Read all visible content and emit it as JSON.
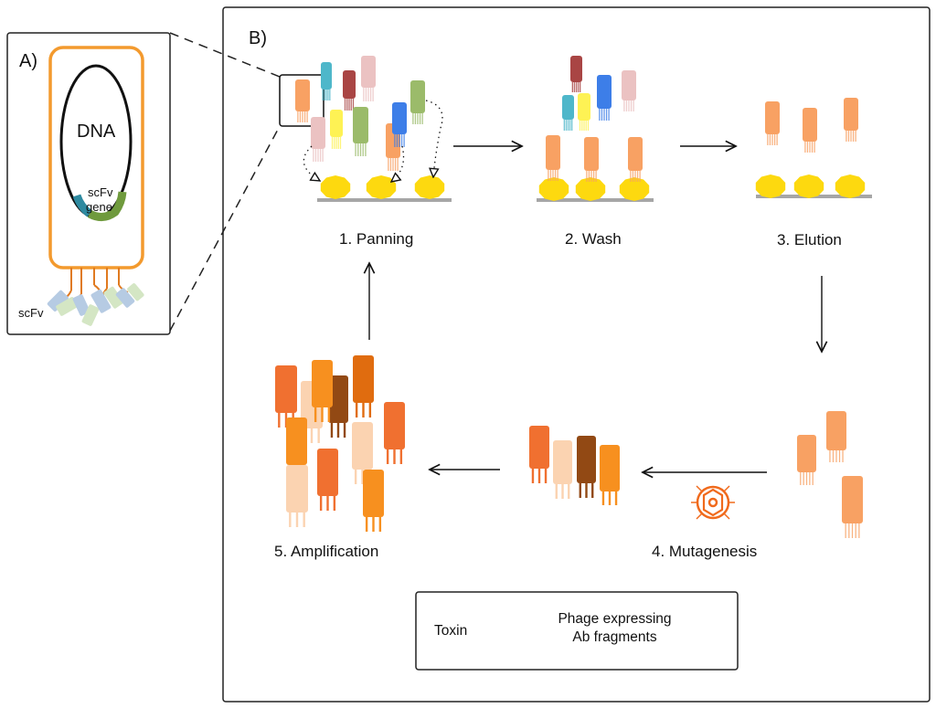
{
  "title": "Phage display selection cycle with scFv antibody fragments",
  "panel_a": {
    "label": "A)",
    "dna_label": "DNA",
    "gene_label_line1": "scFv",
    "gene_label_line2": "gene",
    "scfv_label": "scFv"
  },
  "panel_b": {
    "label": "B)",
    "steps": [
      {
        "id": "panning",
        "label": "1. Panning"
      },
      {
        "id": "wash",
        "label": "2. Wash"
      },
      {
        "id": "elution",
        "label": "3. Elution"
      },
      {
        "id": "mutagenesis",
        "label": "4. Mutagenesis"
      },
      {
        "id": "amplification",
        "label": "5. Amplification"
      }
    ],
    "flow": [
      "panning -> wash",
      "wash -> elution",
      "elution -> down",
      "down -> mutagenesis",
      "mutagenesis -> amplification",
      "amplification -> panning"
    ]
  },
  "legend": {
    "toxin_label": "Toxin",
    "phage_label_line1": "Phage expressing",
    "phage_label_line2": "Ab fragments"
  },
  "colors": {
    "frame": "#222222",
    "cell_membrane": "#f39a2e",
    "dna": "#111111",
    "gene_teal": "#2e8aa0",
    "gene_green": "#6f9a3d",
    "toxin": "#fdd90f",
    "surface": "#a6a6a6",
    "phage_selected": "#f8a163",
    "phage_pink": "#ebc2c2",
    "phage_teal": "#4eb7ca",
    "phage_red": "#a94544",
    "phage_yellow": "#fef254",
    "phage_green": "#9bbb6a",
    "phage_blue": "#3d7ee8",
    "mut_orange": "#f07030",
    "mut_peach": "#fbd3b1",
    "mut_brown": "#924914",
    "mut_amber": "#f7901f",
    "mut_darkorange": "#e06c0f",
    "mutagen_icon": "#f06a1c",
    "scfv_blue": "#b6cbe3",
    "scfv_green": "#d4e6c4"
  }
}
